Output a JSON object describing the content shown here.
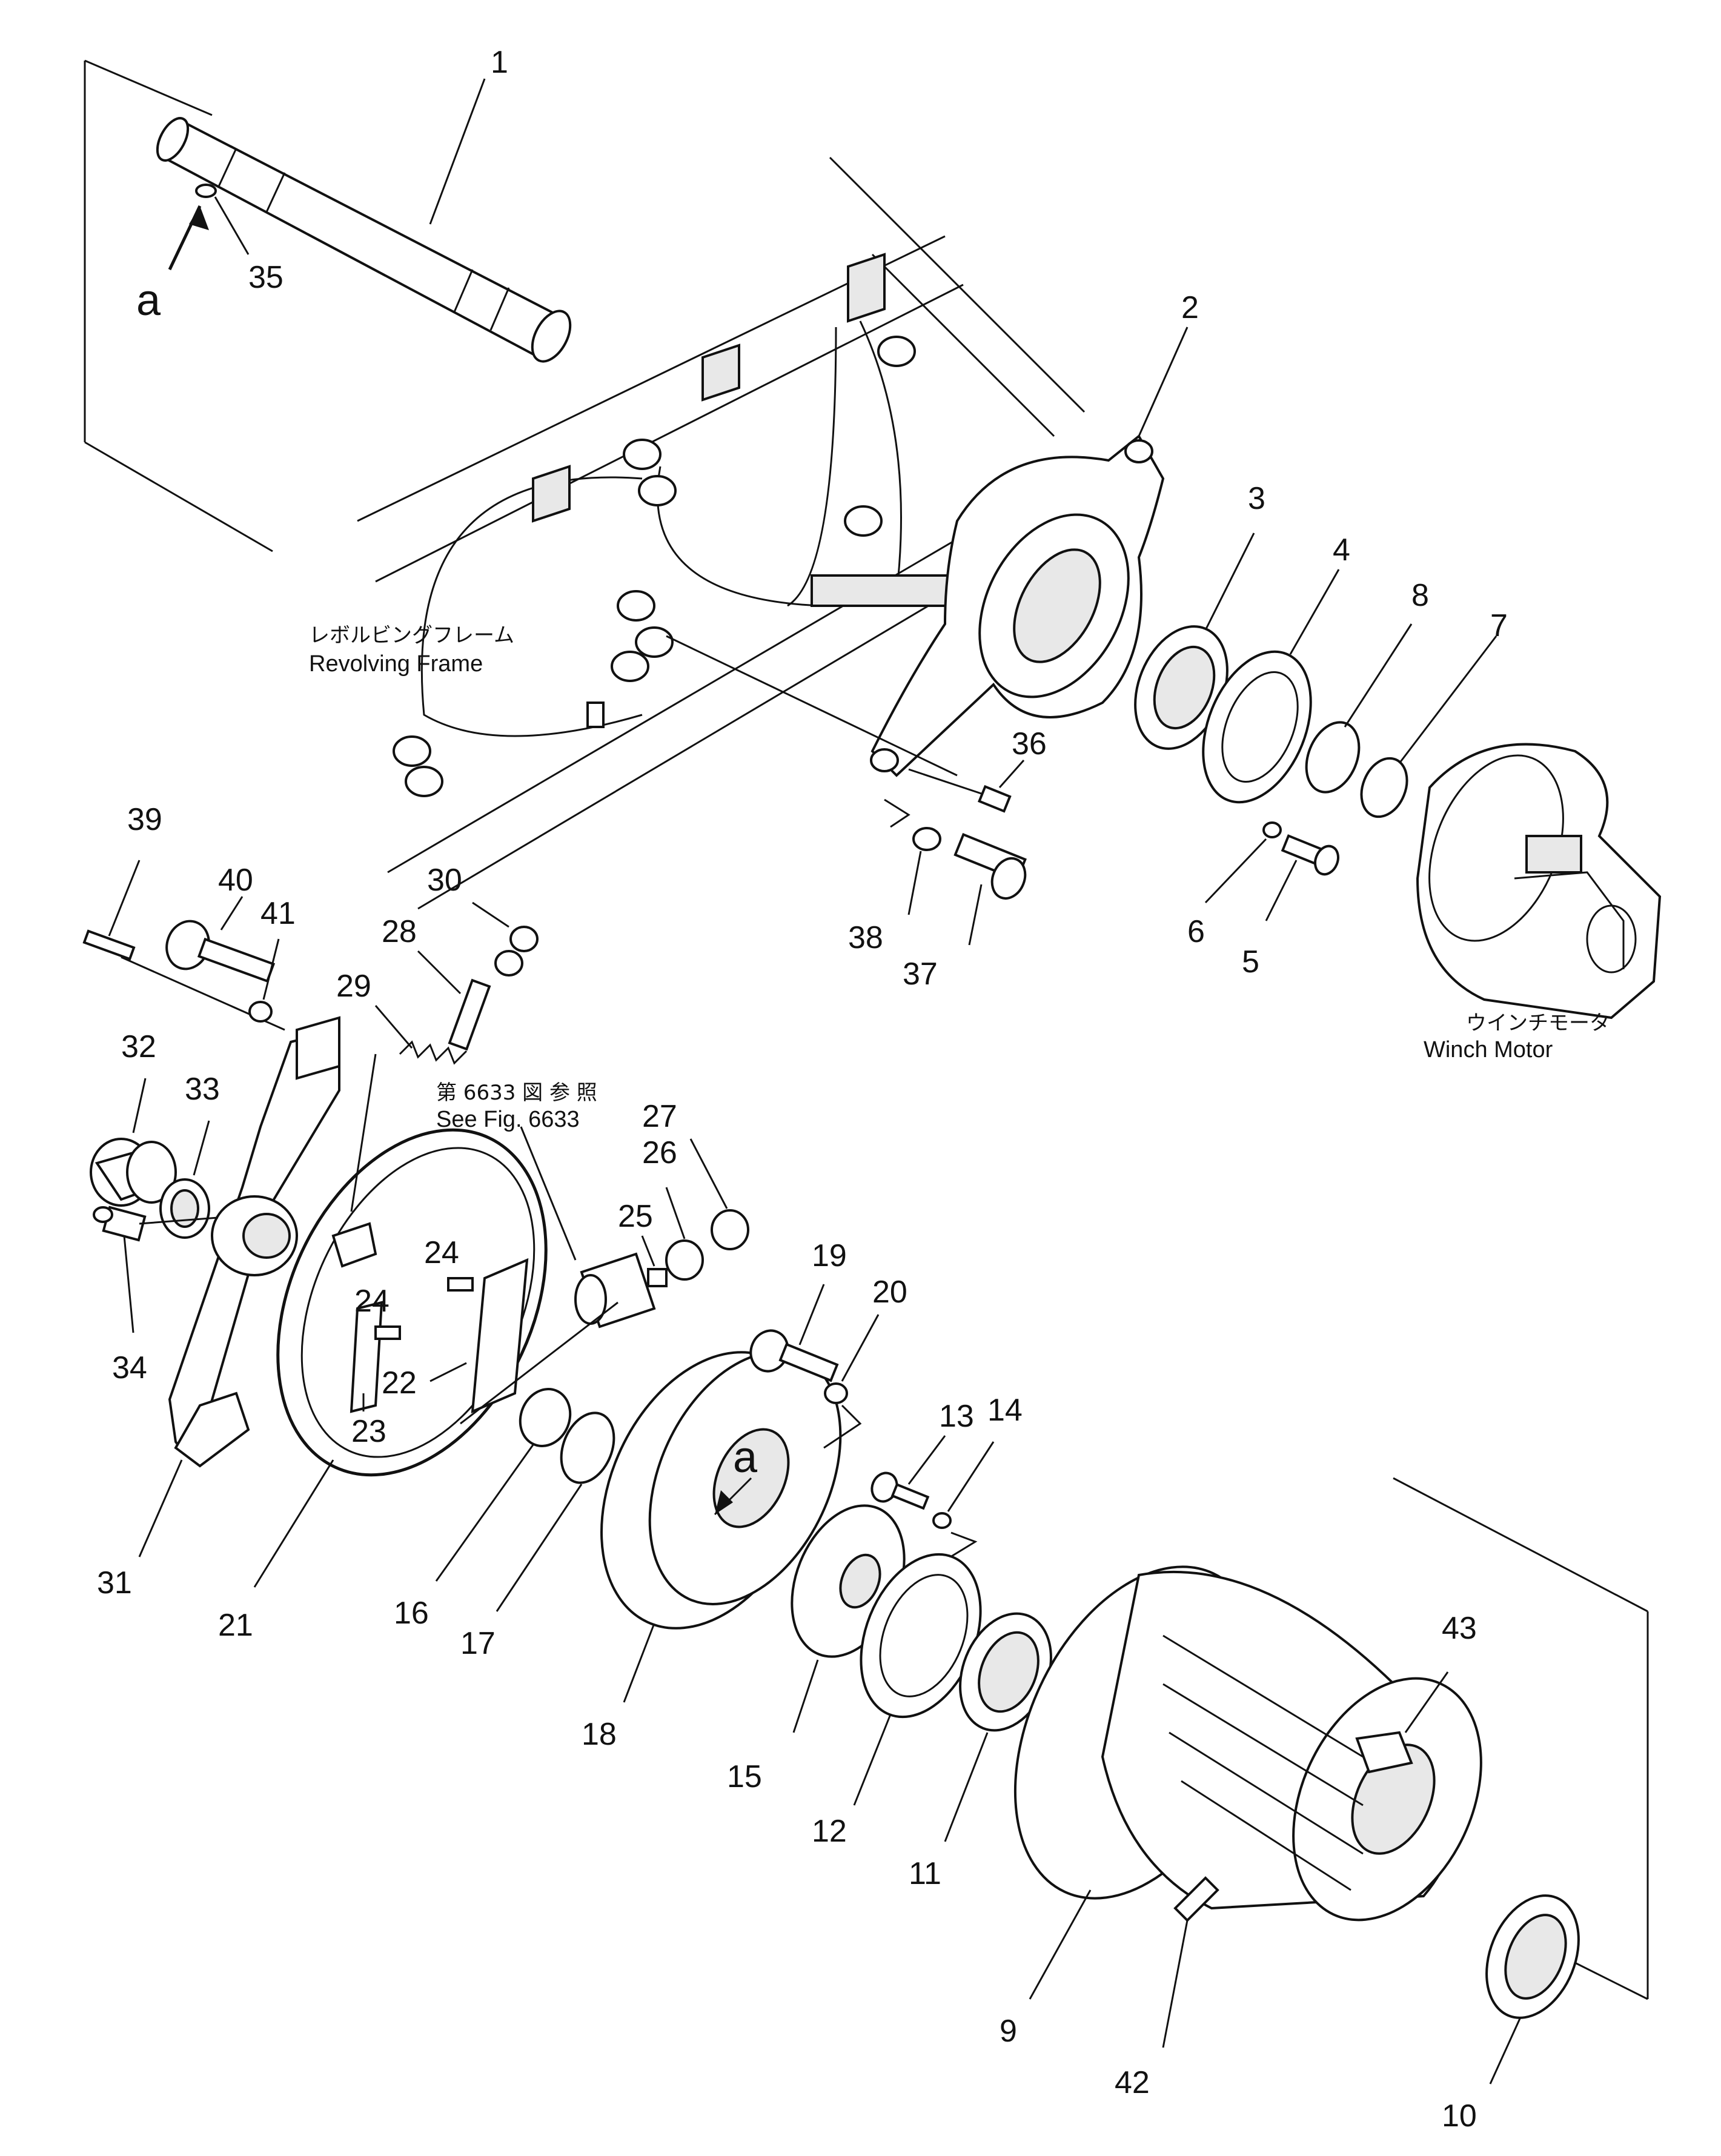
{
  "labels": {
    "p1": "1",
    "p2": "2",
    "p3": "3",
    "p4": "4",
    "p5": "5",
    "p6": "6",
    "p7": "7",
    "p8": "8",
    "p9": "9",
    "p10": "10",
    "p11": "11",
    "p12": "12",
    "p13": "13",
    "p14": "14",
    "p15": "15",
    "p16": "16",
    "p17": "17",
    "p18": "18",
    "p19": "19",
    "p20": "20",
    "p21": "21",
    "p22": "22",
    "p23": "23",
    "p24a": "24",
    "p24b": "24",
    "p25": "25",
    "p26": "26",
    "p27": "27",
    "p28": "28",
    "p29": "29",
    "p30": "30",
    "p31": "31",
    "p32": "32",
    "p33": "33",
    "p34": "34",
    "p35": "35",
    "p36": "36",
    "p37": "37",
    "p38": "38",
    "p39": "39",
    "p40": "40",
    "p41": "41",
    "p42": "42",
    "p43": "43",
    "view_a": "a",
    "view_a2": "a"
  },
  "captions": {
    "frame_jp": "レボルビングフレーム",
    "frame_en": "Revolving  Frame",
    "motor_jp": "ウインチモータ",
    "motor_en": "Winch  Motor",
    "fig_jp": "第 6633 図 参 照",
    "fig_en": "See Fig. 6633"
  }
}
